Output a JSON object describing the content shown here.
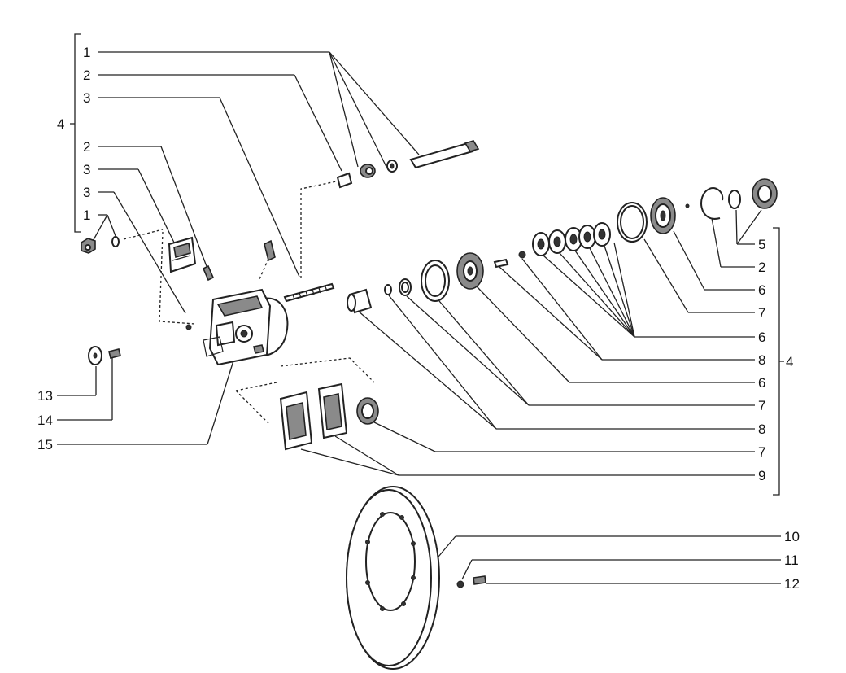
{
  "callouts": {
    "top_left": [
      "1",
      "2",
      "3",
      "2",
      "3",
      "3",
      "1"
    ],
    "group_left": "4",
    "bottom_left": [
      "13",
      "14",
      "15"
    ],
    "right": [
      "5",
      "2",
      "6",
      "7",
      "6",
      "8",
      "6",
      "7",
      "8",
      "7",
      "9"
    ],
    "group_right": "4",
    "bottom_right": [
      "10",
      "11",
      "12"
    ]
  }
}
